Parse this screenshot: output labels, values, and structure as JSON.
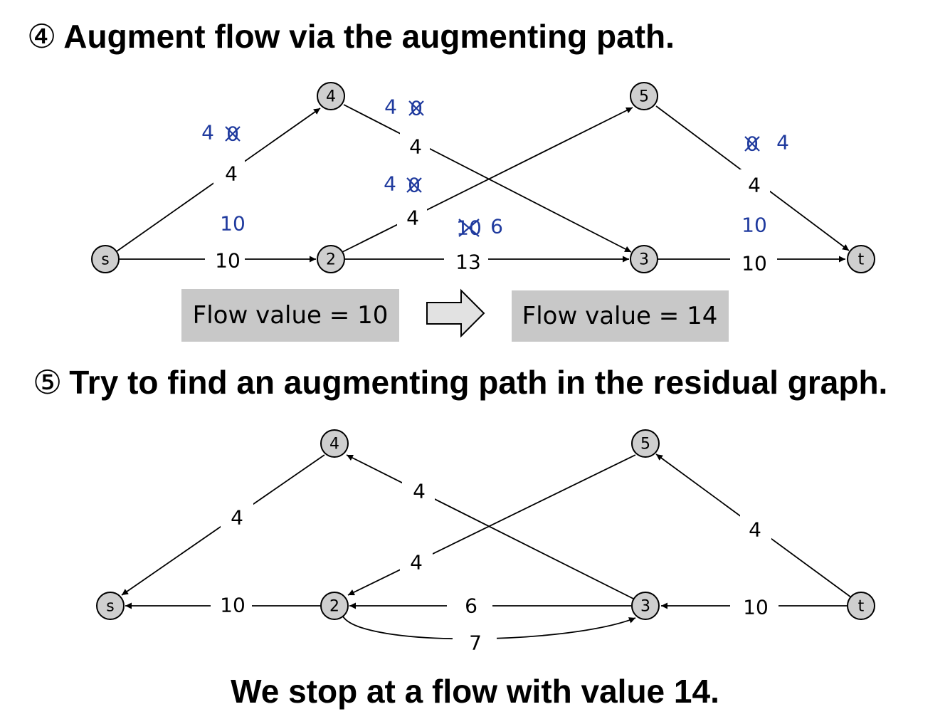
{
  "headings": {
    "step4": {
      "marker": "④",
      "text": "Augment flow via the augmenting path."
    },
    "step5": {
      "marker": "⑤",
      "text": "Try to find an augmenting path in the residual graph."
    },
    "conclusion": "We stop at a flow with value 14."
  },
  "graph1": {
    "nodes": {
      "s": "s",
      "n2": "2",
      "n3": "3",
      "n4": "4",
      "n5": "5",
      "t": "t"
    },
    "edges": {
      "s_4": {
        "capacity": "4",
        "old_flow": "0",
        "new_flow": "4"
      },
      "s_2": {
        "capacity": "10",
        "flow": "10"
      },
      "4_3": {
        "capacity": "4",
        "old_flow": "0",
        "new_flow": "4"
      },
      "2_5": {
        "capacity": "4",
        "old_flow": "0",
        "new_flow": "4"
      },
      "2_3": {
        "capacity": "13",
        "old_flow": "10",
        "new_flow": "6"
      },
      "5_t": {
        "capacity": "4",
        "old_flow": "0",
        "new_flow": "4"
      },
      "3_t": {
        "capacity": "10",
        "flow": "10"
      }
    },
    "flow_before": "Flow value = 10",
    "flow_after": "Flow value = 14"
  },
  "graph2": {
    "nodes": {
      "s": "s",
      "n2": "2",
      "n3": "3",
      "n4": "4",
      "n5": "5",
      "t": "t"
    },
    "edges": {
      "4_s": "4",
      "2_s": "10",
      "3_4": "4",
      "5_2": "4",
      "3_2": "6",
      "2_3": "7",
      "5_3": "4",
      "t_3": "10"
    }
  }
}
